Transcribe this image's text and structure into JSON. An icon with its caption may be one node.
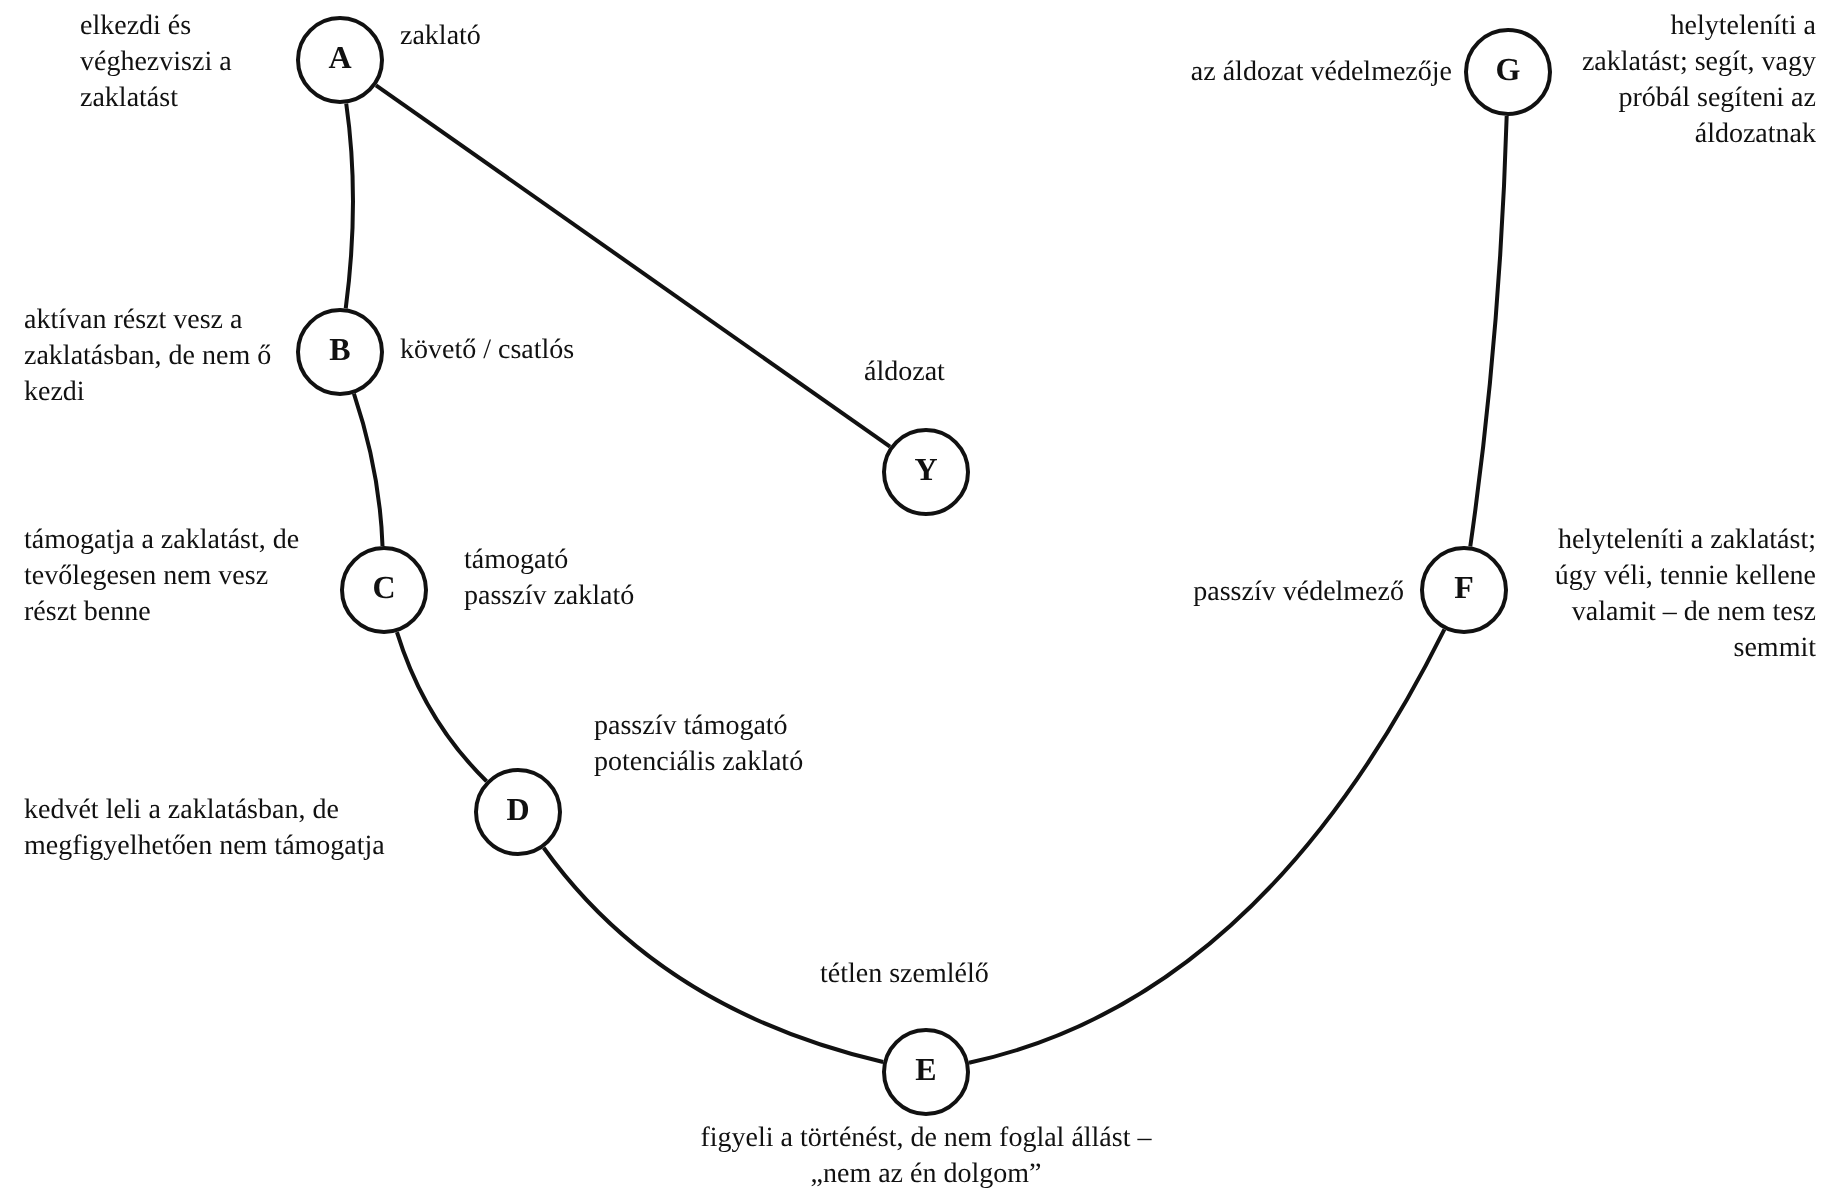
{
  "diagram": {
    "nodes": [
      {
        "text": [
          "A"
        ],
        "beside": [
          "zaklató",
          "elkezdi és véghezviszi a zaklatást"
        ]
      },
      {
        "text": [
          "G"
        ],
        "beside": [
          "az áldozat védelmezője",
          "helyteleníti a zaklatást; segít, vagy próbál segíteni az áldozatnak"
        ]
      },
      {
        "text": [
          "B"
        ],
        "beside": [
          "követő / csatlós",
          "aktívan részt vesz a zaklatásban, de nem ő kezdi"
        ]
      },
      {
        "text": [
          "Y"
        ],
        "beside": [
          "áldozat"
        ]
      },
      {
        "text": [
          "C"
        ],
        "beside": [
          "támogató passzív zaklató",
          "támogatja a zaklatást, de tevőlegesen nem vesz részt benne"
        ]
      },
      {
        "text": [
          "F"
        ],
        "beside": [
          "passzív védelmező",
          "helyteleníti a zaklatást; úgy véli, tennie kellene valamit – de nem tesz semmit"
        ]
      },
      {
        "text": [
          "D"
        ],
        "beside": [
          "passzív támogató potenciális zaklató",
          "kedvét leli a zaklatásban, de megfigyelhetően nem támogatja"
        ]
      },
      {
        "text": [
          "E"
        ],
        "beside": [
          "tétlen szemlélő",
          "figyeli a történést, de nem foglal állást – „nem az én dolgom”"
        ]
      }
    ],
    "edges": [
      {
        "from": 0,
        "to": 3,
        "arrow": "none"
      },
      {
        "from": 0,
        "to": 2,
        "arrow": "none"
      },
      {
        "from": 2,
        "to": 4,
        "arrow": "none"
      },
      {
        "from": 4,
        "to": 6,
        "arrow": "none"
      },
      {
        "from": 6,
        "to": 7,
        "arrow": "none"
      },
      {
        "from": 7,
        "to": 5,
        "arrow": "none"
      },
      {
        "from": 5,
        "to": 1,
        "arrow": "none"
      }
    ]
  }
}
